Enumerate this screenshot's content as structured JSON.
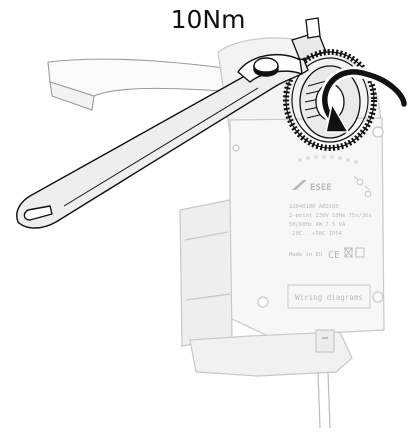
{
  "torque_label": "10Nm",
  "label": {
    "logo": "ESEE",
    "line1": "12040100    AED10S",
    "line2": "2-point  230V 10Nm 75s/30s",
    "line3": "50/60Hz   4W  7.5 VA",
    "line4": "-20C.. +50C IP54",
    "made_in": "Made in EU",
    "ce_mark": "CE",
    "wiring_diagrams": "Wiring diagrams"
  },
  "colors": {
    "outline": "#111111",
    "ghost_outline": "#c8c8c8",
    "ghost_fill": "#f4f4f4",
    "label_text": "#b9b9b9",
    "wrench_fill": "#eeeeee"
  }
}
